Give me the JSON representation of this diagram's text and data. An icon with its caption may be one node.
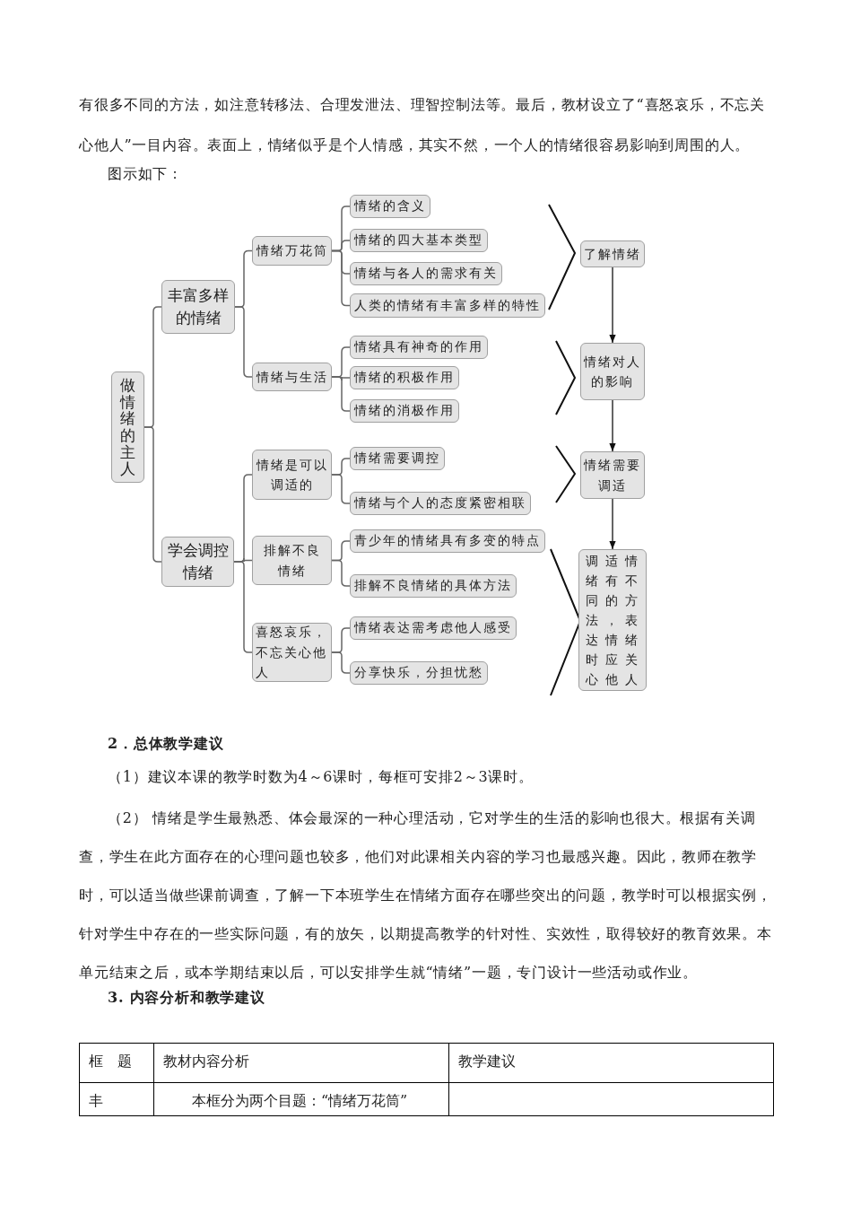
{
  "diagram": {
    "nodes": [
      {
        "text": [
          "做情绪的主人"
        ]
      },
      {
        "text": [
          "丰富多样的情绪"
        ]
      },
      {
        "text": [
          "情绪万花筒"
        ]
      },
      {
        "text": [
          "情绪的含义"
        ]
      },
      {
        "text": [
          "情绪的四大基本类型"
        ]
      },
      {
        "text": [
          "情绪与各人的需求有关"
        ]
      },
      {
        "text": [
          "人类的情绪有丰富多样的特性"
        ]
      },
      {
        "text": [
          "情绪与生活"
        ]
      },
      {
        "text": [
          "情绪具有神奇的作用"
        ]
      },
      {
        "text": [
          "情绪的积极作用"
        ]
      },
      {
        "text": [
          "情绪的消极作用"
        ]
      },
      {
        "text": [
          "学会调控情绪"
        ]
      },
      {
        "text": [
          "情绪是可以调适的"
        ]
      },
      {
        "text": [
          "情绪需要调控"
        ]
      },
      {
        "text": [
          "情绪与个人的态度紧密相联"
        ]
      },
      {
        "text": [
          "排解不良情绪"
        ]
      },
      {
        "text": [
          "青少年的情绪具有多变的特点"
        ]
      },
      {
        "text": [
          "排解不良情绪的具体方法"
        ]
      },
      {
        "text": [
          "喜怒哀乐，不忘关心他人"
        ]
      },
      {
        "text": [
          "情绪表达需考虑他人感受"
        ]
      },
      {
        "text": [
          "分享快乐，分担忧愁"
        ]
      },
      {
        "text": [
          "了解情绪"
        ]
      },
      {
        "text": [
          "情绪对人的影响"
        ]
      },
      {
        "text": [
          "情绪需要调适"
        ]
      },
      {
        "text": [
          "调适情绪有不同的方法，表达情绪时应关心他人"
        ]
      }
    ],
    "edges": [
      {
        "from": 0,
        "to": 1,
        "arrow": "none"
      },
      {
        "from": 0,
        "to": 11,
        "arrow": "none"
      },
      {
        "from": 1,
        "to": 2,
        "arrow": "none"
      },
      {
        "from": 1,
        "to": 7,
        "arrow": "none"
      },
      {
        "from": 2,
        "to": 3,
        "arrow": "none"
      },
      {
        "from": 2,
        "to": 4,
        "arrow": "none"
      },
      {
        "from": 2,
        "to": 5,
        "arrow": "none"
      },
      {
        "from": 2,
        "to": 6,
        "arrow": "none"
      },
      {
        "from": 7,
        "to": 8,
        "arrow": "none"
      },
      {
        "from": 7,
        "to": 9,
        "arrow": "none"
      },
      {
        "from": 7,
        "to": 10,
        "arrow": "none"
      },
      {
        "from": 11,
        "to": 12,
        "arrow": "none"
      },
      {
        "from": 11,
        "to": 15,
        "arrow": "none"
      },
      {
        "from": 11,
        "to": 18,
        "arrow": "none"
      },
      {
        "from": 12,
        "to": 13,
        "arrow": "none"
      },
      {
        "from": 12,
        "to": 14,
        "arrow": "none"
      },
      {
        "from": 15,
        "to": 16,
        "arrow": "none"
      },
      {
        "from": 15,
        "to": 17,
        "arrow": "none"
      },
      {
        "from": 18,
        "to": 19,
        "arrow": "none"
      },
      {
        "from": 18,
        "to": 20,
        "arrow": "none"
      },
      {
        "from": 21,
        "to": 22,
        "arrow": "to"
      },
      {
        "from": 22,
        "to": 23,
        "arrow": "to"
      },
      {
        "from": 23,
        "to": 24,
        "arrow": "to"
      }
    ],
    "labels": [
      "有很多不同的方法，如注意转移法、合理发泄法、理智控制法等。最后，教材设立了“喜怒哀乐，不忘关心他人”一目内容。表面上，情绪似乎是个人情感，其实不然，一个人的情绪很容易影响到周围的人。",
      "图示如下：",
      "2．总体教学建议",
      "（1）建议本课的教学时数为4～6课时，每框可安排2～3课时。",
      "（2） 情绪是学生最熟悉、体会最深的一种心理活动，它对学生的生活的影响也很大。根据有关调查，学生在此方面存在的心理问题也较多，他们对此课相关内容的学习也最感兴趣。因此，教师在教学时，可以适当做些课前调查，了解一下本班学生在情绪方面存在哪些突出的问题，教学时可以根据实例，针对学生中存在的一些实际问题，有的放矢，以期提高教学的针对性、实效性，取得较好的教育效果。本单元结束之后，或本学期结束以后，可以安排学生就“情绪”一题，专门设计一些活动或作业。",
      "3. 内容分析和教学建议",
      "框　题",
      "教材内容分析",
      "教学建议",
      "丰",
      "本框分为两个目题：“情绪万花筒”"
    ]
  }
}
